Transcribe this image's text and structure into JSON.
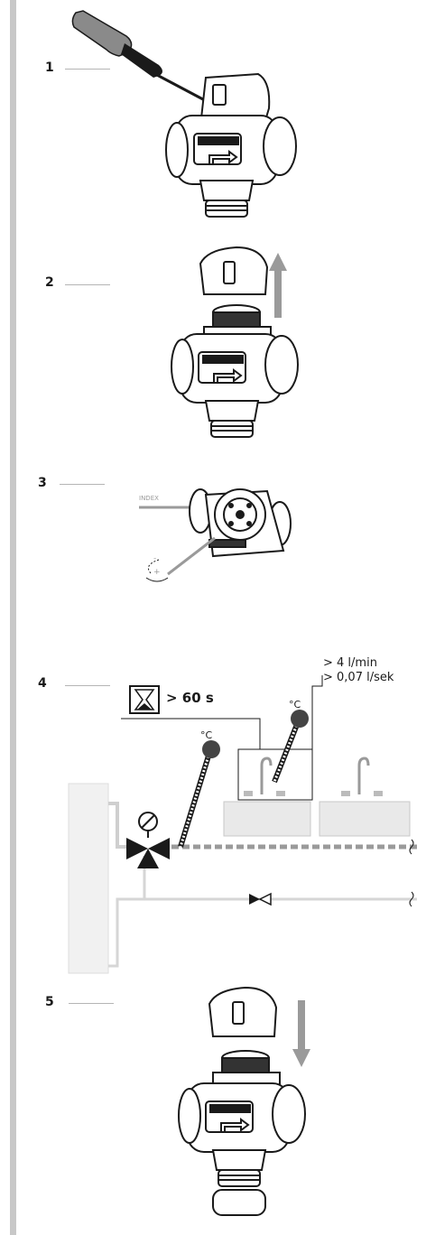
{
  "steps": [
    {
      "number": "1"
    },
    {
      "number": "2"
    },
    {
      "number": "3"
    },
    {
      "number": "4"
    },
    {
      "number": "5"
    }
  ],
  "step3": {
    "index_label": "INDEX",
    "minus": "-",
    "plus": "+"
  },
  "step4": {
    "wait_time": "> 60 s",
    "flow_lpm": "> 4 l/min",
    "flow_lps": "> 0,07 l/sek",
    "temp_unit_1": "°C",
    "temp_unit_2": "°C"
  },
  "colors": {
    "sidebar": "#c8c8c8",
    "arrow": "#9a9a9a",
    "dark": "#1a1a1a"
  },
  "icons": [
    "screwdriver-icon",
    "valve-icon",
    "valve-cap-icon",
    "arrow-up-icon",
    "arrow-down-icon",
    "hourglass-icon",
    "thermometer-icon",
    "basin-icon",
    "check-valve-icon"
  ]
}
